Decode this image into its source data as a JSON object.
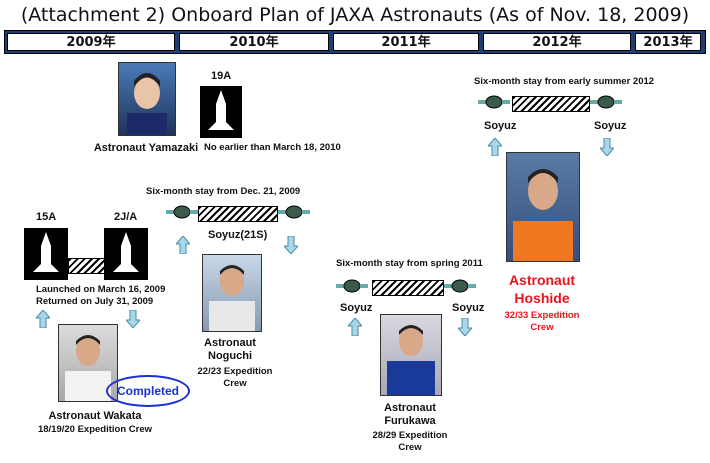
{
  "title": "(Attachment 2) Onboard Plan of JAXA Astronauts (As of Nov. 18, 2009)",
  "years": [
    "2009年",
    "2010年",
    "2011年",
    "2012年",
    "2013年"
  ],
  "yamazaki": {
    "name": "Astronaut Yamazaki",
    "flight": "19A",
    "note": "No earlier than March 18, 2010"
  },
  "wakata": {
    "flight1": "15A",
    "flight2": "2J/A",
    "launched": "Launched on March 16, 2009",
    "returned": "Returned on July 31, 2009",
    "name": "Astronaut Wakata",
    "crew": "18/19/20 Expedition Crew",
    "status": "Completed"
  },
  "noguchi": {
    "stay": "Six-month stay from Dec. 21, 2009",
    "vehicle": "Soyuz(21S)",
    "name1": "Astronaut",
    "name2": "Noguchi",
    "crew1": "22/23 Expedition",
    "crew2": "Crew"
  },
  "furukawa": {
    "stay": "Six-month stay from spring 2011",
    "vehicle_left": "Soyuz",
    "vehicle_right": "Soyuz",
    "name1": "Astronaut",
    "name2": "Furukawa",
    "crew1": "28/29 Expedition",
    "crew2": "Crew"
  },
  "hoshide": {
    "stay": "Six-month stay from early summer 2012",
    "vehicle_left": "Soyuz",
    "vehicle_right": "Soyuz",
    "name1": "Astronaut",
    "name2": "Hoshide",
    "crew1": "32/33 Expedition",
    "crew2": "Crew",
    "highlight_color": "#e8141e"
  },
  "colors": {
    "timeline_bar": "#1f3f73",
    "arrow": "#a8d8e8",
    "completed": "#1a2fd6"
  }
}
